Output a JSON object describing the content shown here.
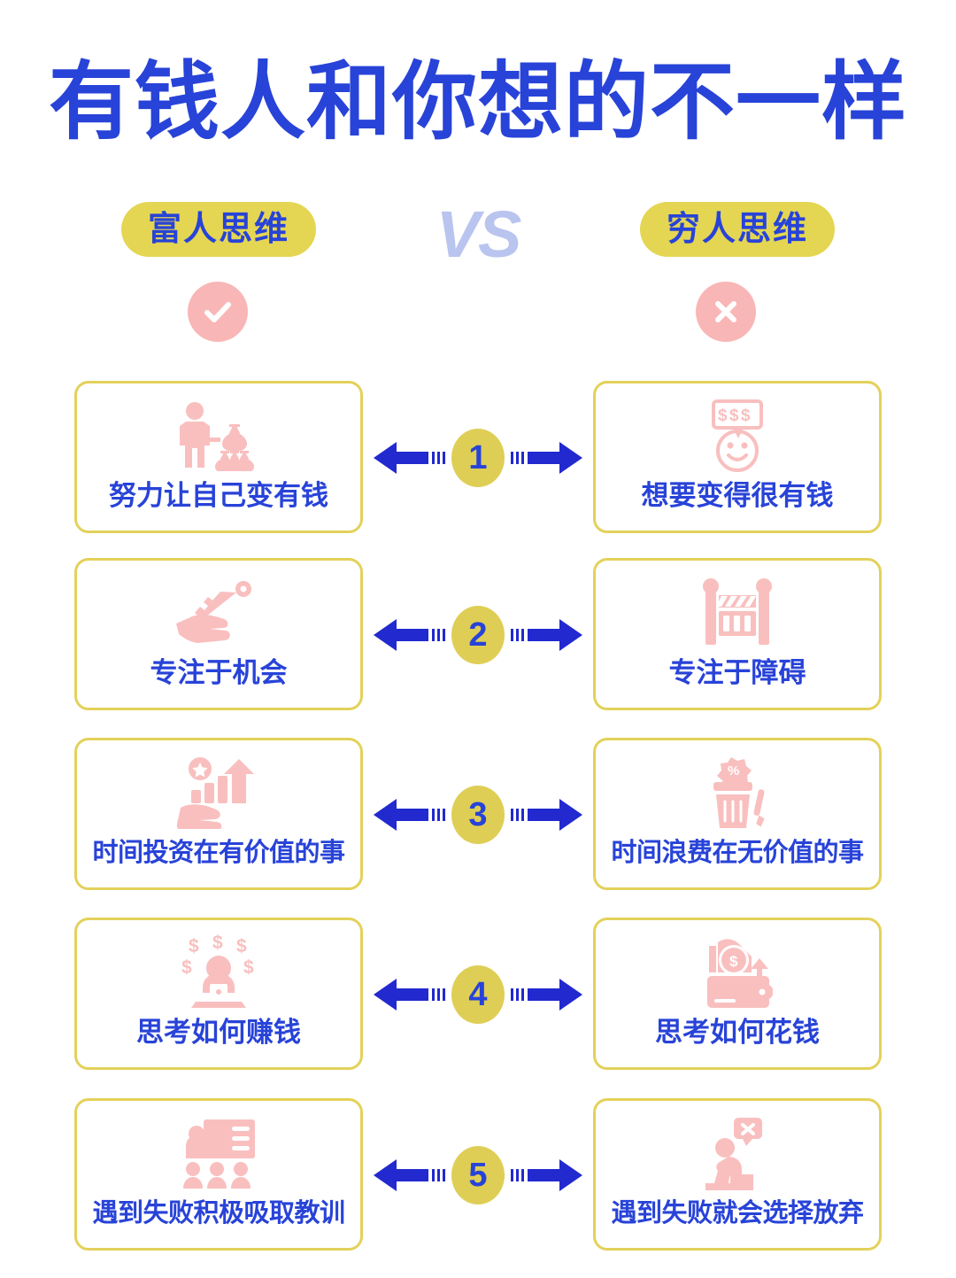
{
  "title": "有钱人和你想的不一样",
  "header": {
    "left_pill": "富人思维",
    "vs": "VS",
    "right_pill": "穷人思维",
    "left_badge_icon": "check-circle-icon",
    "right_badge_icon": "x-circle-icon"
  },
  "colors": {
    "title_blue": "#2843d8",
    "pill_yellow": "#e4d653",
    "card_border_yellow": "#e3d15a",
    "badge_pink": "#f9b6b6",
    "icon_pink": "#f9bfbf",
    "vs_lavender": "#b9c4ef",
    "number_circle_yellow": "#dfce56",
    "arrow_blue": "#2129cf",
    "background": "#ffffff"
  },
  "rows": [
    {
      "number": "1",
      "left": {
        "label": "努力让自己变有钱",
        "icon": "businessman-money-bags-icon"
      },
      "right": {
        "label": "想要变得很有钱",
        "icon": "smiley-dollar-bubble-icon"
      }
    },
    {
      "number": "2",
      "left": {
        "label": "专注于机会",
        "icon": "hand-key-icon"
      },
      "right": {
        "label": "专注于障碍",
        "icon": "barrier-gate-icon"
      }
    },
    {
      "number": "3",
      "left": {
        "label": "时间投资在有价值的事",
        "icon": "hand-growth-chart-star-icon"
      },
      "right": {
        "label": "时间浪费在无价值的事",
        "icon": "trash-bin-waste-icon"
      }
    },
    {
      "number": "4",
      "left": {
        "label": "思考如何赚钱",
        "icon": "person-laptop-dollars-icon"
      },
      "right": {
        "label": "思考如何花钱",
        "icon": "wallet-coin-hand-icon"
      }
    },
    {
      "number": "5",
      "left": {
        "label": "遇到失败积极吸取教训",
        "icon": "lecture-training-icon"
      },
      "right": {
        "label": "遇到失败就会选择放弃",
        "icon": "person-sitting-steps-x-icon"
      }
    }
  ]
}
